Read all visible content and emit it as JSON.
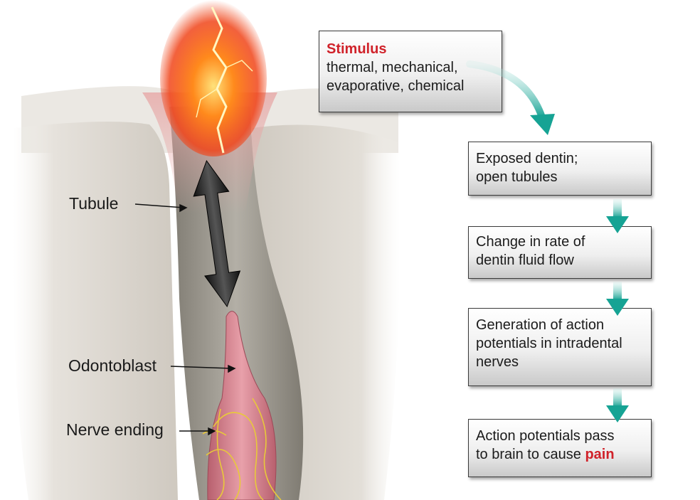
{
  "labels": {
    "tubule": "Tubule",
    "odontoblast": "Odontoblast",
    "nerve_ending": "Nerve ending"
  },
  "flow": {
    "stimulus": {
      "title": "Stimulus",
      "line1": "thermal, mechanical,",
      "line2": "evaporative, chemical"
    },
    "step1": {
      "line1": "Exposed dentin;",
      "line2": "open tubules"
    },
    "step2": {
      "line1": "Change in rate of",
      "line2": "dentin fluid flow"
    },
    "step3": {
      "line1": "Generation of action",
      "line2": "potentials in intradental",
      "line3": "nerves"
    },
    "step4": {
      "line1": "Action potentials pass",
      "line2_prefix": "to brain to cause ",
      "line2_emphasis": "pain"
    }
  },
  "colors": {
    "highlight_red": "#d0222a",
    "flow_arrow_teal": "#1aa79a",
    "dentin": "#d8d3cb",
    "tubule_fluid": "#a9a59b",
    "odontoblast_pink": "#d98a94",
    "nerve_yellow": "#e8c93a",
    "stimulus_orange": "#ff6a1a"
  }
}
